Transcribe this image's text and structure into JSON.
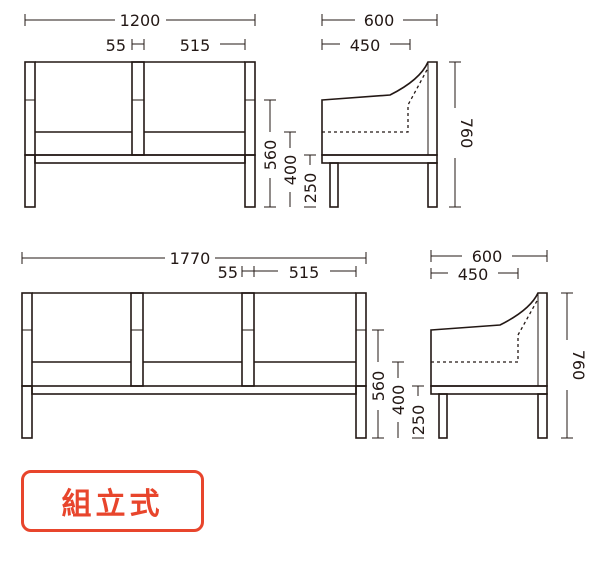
{
  "top_sofa": {
    "width_total": "1200",
    "arm_width": "55",
    "seat_width": "515",
    "height_seat": "560",
    "height_400": "400",
    "height_250": "250"
  },
  "top_side": {
    "depth_total": "600",
    "seat_depth": "450",
    "height_total": "760"
  },
  "bottom_sofa": {
    "width_total": "1770",
    "arm_width": "55",
    "seat_width": "515",
    "height_seat": "560",
    "height_400": "400",
    "height_250": "250"
  },
  "bottom_side": {
    "depth_total": "600",
    "seat_depth": "450",
    "height_total": "760"
  },
  "badge": {
    "label": "組立式"
  }
}
